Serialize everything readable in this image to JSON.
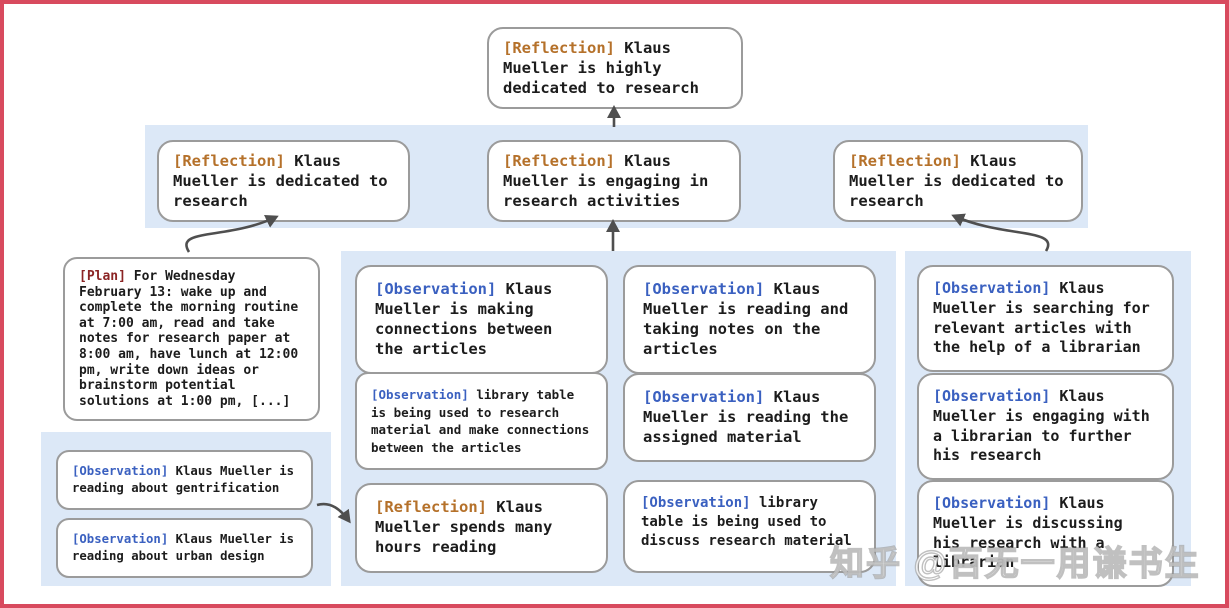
{
  "colors": {
    "frame": "#d84a5e",
    "band_bg": "#dce8f7",
    "box_border": "#9b9b9b",
    "reflection_tag": "#b5712a",
    "observation_tag": "#3a60c0",
    "plan_tag": "#8b2424",
    "arrow": "#4f4f4f",
    "text": "#1c1c1c"
  },
  "watermark": "知乎 @百无一用谦书生",
  "nodes": {
    "root": {
      "tag": "[Reflection]",
      "text": "Klaus Mueller is highly dedicated to research"
    },
    "refl_left": {
      "tag": "[Reflection]",
      "text": "Klaus Mueller is dedicated to research"
    },
    "refl_mid": {
      "tag": "[Reflection]",
      "text": "Klaus Mueller is engaging in research activities"
    },
    "refl_right": {
      "tag": "[Reflection]",
      "text": "Klaus Mueller is dedicated to research"
    },
    "plan": {
      "tag": "[Plan]",
      "text": "For Wednesday February 13: wake up and complete the morning routine at 7:00 am, read and take notes for research paper at 8:00 am, have lunch at 12:00 pm, write down ideas or brainstorm potential solutions at 1:00 pm, [...]"
    },
    "obs_gentrification": {
      "tag": "[Observation]",
      "text": "Klaus Mueller is reading about gentrification"
    },
    "obs_urban": {
      "tag": "[Observation]",
      "text": "Klaus Mueller is reading about urban design"
    },
    "obs_connections": {
      "tag": "[Observation]",
      "text": "Klaus Mueller is making connections between the articles"
    },
    "obs_library_research": {
      "tag": "[Observation]",
      "text": "library table is being used to research material and make connections between the articles"
    },
    "refl_hours": {
      "tag": "[Reflection]",
      "text": "Klaus Mueller spends many hours reading"
    },
    "obs_notes": {
      "tag": "[Observation]",
      "text": "Klaus Mueller is reading and taking notes on the articles"
    },
    "obs_assigned": {
      "tag": "[Observation]",
      "text": "Klaus Mueller is reading the assigned material"
    },
    "obs_library_discuss": {
      "tag": "[Observation]",
      "text": "library table is being used to discuss research material"
    },
    "obs_searching": {
      "tag": "[Observation]",
      "text": "Klaus Mueller is searching for relevant articles with the help of a librarian"
    },
    "obs_engaging": {
      "tag": "[Observation]",
      "text": "Klaus Mueller is engaging with a librarian to further his research"
    },
    "obs_discussing": {
      "tag": "[Observation]",
      "text": "Klaus Mueller is discussing his research with a librarian"
    }
  }
}
